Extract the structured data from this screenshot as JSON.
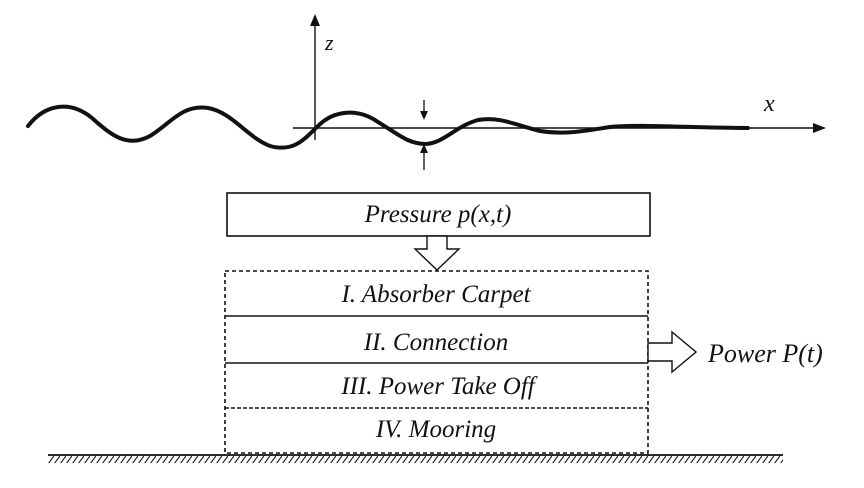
{
  "axes": {
    "z_label": "z",
    "x_label": "x"
  },
  "pressure_box": {
    "label": "Pressure p(x,t)"
  },
  "layers": [
    {
      "label": "I. Absorber Carpet"
    },
    {
      "label": "II. Connection"
    },
    {
      "label": "III. Power Take Off"
    },
    {
      "label": "IV. Mooring"
    }
  ],
  "output": {
    "label": "Power P(t)"
  }
}
